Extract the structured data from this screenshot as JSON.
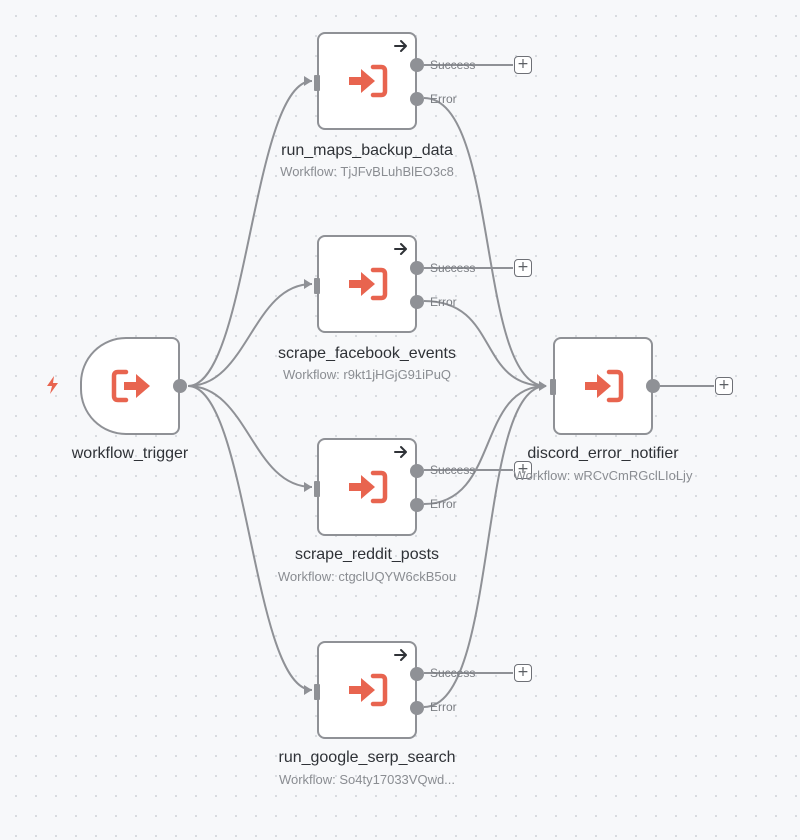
{
  "colors": {
    "accent": "#e8644f",
    "edge": "#8f9196",
    "node_border": "#8f9196"
  },
  "trigger": {
    "name": "workflow_trigger",
    "icon": "sign-out-icon",
    "trigger_icon": "lightning-bolt-icon"
  },
  "nodes": [
    {
      "name": "run_maps_backup_data",
      "subtitle": "Workflow: TjJFvBLuhBlEO3c8",
      "success_label": "Success",
      "error_label": "Error",
      "icon": "sign-in-icon"
    },
    {
      "name": "scrape_facebook_events",
      "subtitle": "Workflow: r9kt1jHGjG91iPuQ",
      "success_label": "Success",
      "error_label": "Error",
      "icon": "sign-in-icon"
    },
    {
      "name": "scrape_reddit_posts",
      "subtitle": "Workflow: ctgclUQYW6ckB5ou",
      "success_label": "Success",
      "error_label": "Error",
      "icon": "sign-in-icon"
    },
    {
      "name": "run_google_serp_search",
      "subtitle": "Workflow: So4ty17033VQwd...",
      "success_label": "Success",
      "error_label": "Error",
      "icon": "sign-in-icon"
    }
  ],
  "notifier": {
    "name": "discord_error_notifier",
    "subtitle": "Workflow: wRCvCmRGclLIoLjy",
    "icon": "sign-in-icon"
  },
  "plus_label": "+"
}
